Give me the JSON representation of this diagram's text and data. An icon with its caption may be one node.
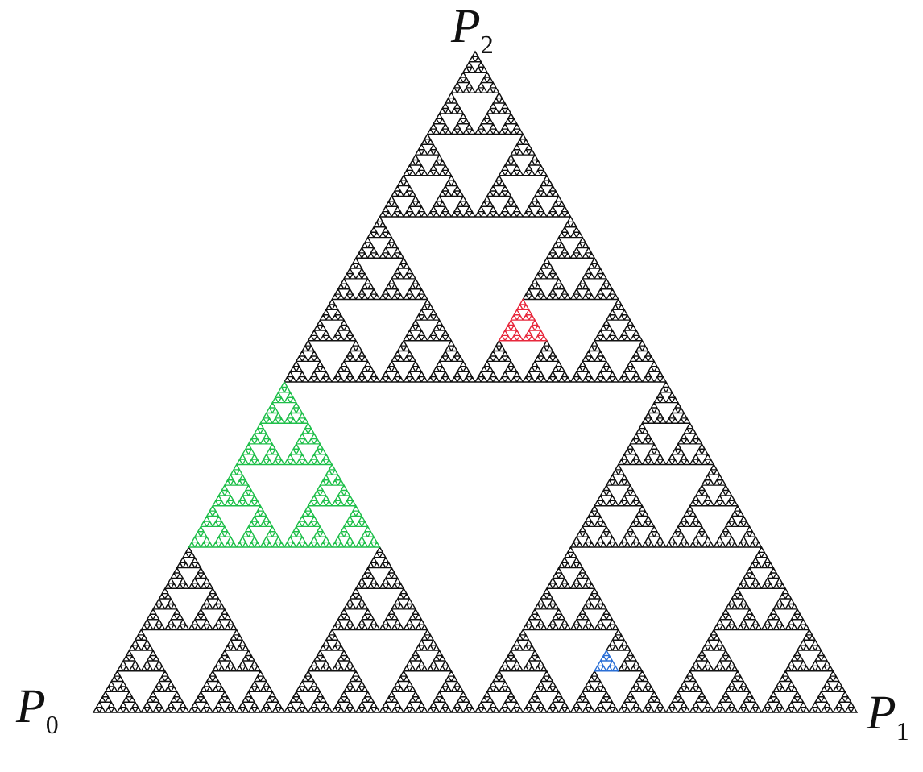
{
  "diagram": {
    "labels": [
      "*P*$_{2}$",
      "*P*$_{0}$",
      "*P*$_{1}$"
    ]
  }
}
